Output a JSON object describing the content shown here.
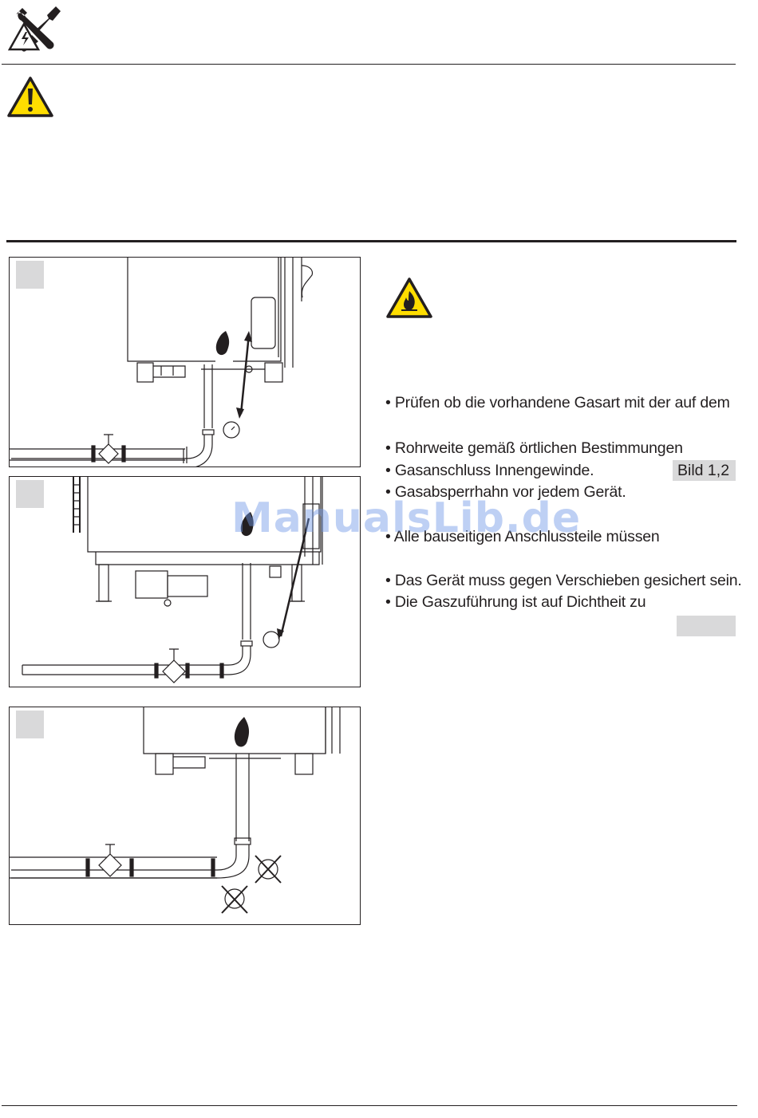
{
  "header": {
    "tools_icon": "tools-electric-icon",
    "warning_icon": "warning-triangle-icon"
  },
  "figures": [
    {
      "badge_label": "",
      "name": "figure-1"
    },
    {
      "badge_label": "",
      "name": "figure-2"
    },
    {
      "badge_label": "",
      "name": "figure-3"
    }
  ],
  "fire_icon": "flammable-warning-icon",
  "bullets": [
    "• Prüfen ob die vorhandene Gasart mit der auf dem",
    "• Rohrweite gemäß örtlichen Bestimmungen",
    "• Gasanschluss Innengewinde.",
    "• Gasabsperrhahn vor jedem Gerät.",
    "• Alle bauseitigen Anschlussteile müssen",
    "• Das Gerät muss gegen Verschieben gesichert sein.",
    "• Die Gaszuführung ist auf Dichtheit zu"
  ],
  "references": {
    "bild_ref": "Bild 1,2",
    "empty_ref": ""
  },
  "watermark": "ManualsLib.de",
  "colors": {
    "ink": "#231f20",
    "badge_gray": "#d9d9da",
    "warning_yellow": "#ffdd00",
    "watermark_blue": "#6e96e6"
  }
}
